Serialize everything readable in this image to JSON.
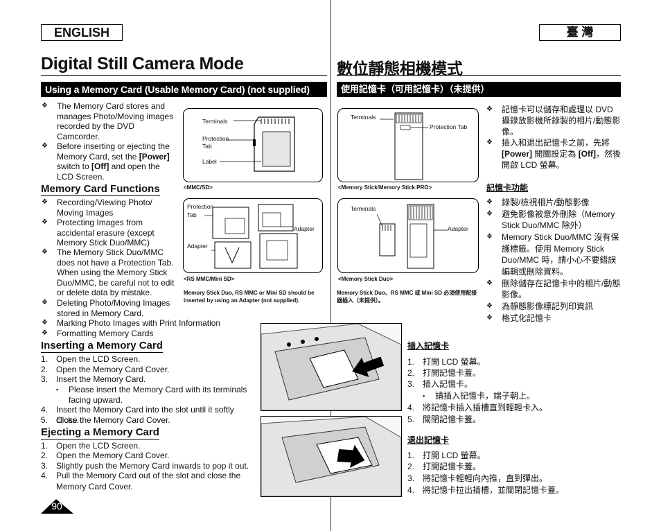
{
  "header": {
    "lang_en": "ENGLISH",
    "lang_zh": "臺 灣"
  },
  "titles": {
    "en": "Digital Still Camera Mode",
    "zh": "數位靜態相機模式"
  },
  "section_bar": {
    "en": "Using a Memory Card (Usable Memory Card) (not supplied)",
    "zh": "使用記憶卡（可用記憶卡）（未提供）"
  },
  "intro_en": [
    {
      "pre": "The Memory Card stores and manages Photo/Moving images recorded by the DVD Camcorder."
    },
    {
      "pre": "Before inserting or ejecting the Memory Card, set the ",
      "b1": "[Power]",
      "mid": " switch to ",
      "b2": "[Off]",
      "post": " and open the LCD Screen."
    }
  ],
  "functions_en": {
    "heading": "Memory Card Functions",
    "items": [
      "Recording/Viewing Photo/ Moving Images",
      "Protecting Images from accidental erasure (except Memory Stick Duo/MMC)",
      "The Memory Stick Duo/MMC does not have a Protection Tab. When using the Memory Stick Duo/MMC, be careful not to edit or delete data by mistake.",
      "Deleting Photo/Moving Images stored in Memory Card.",
      "Marking Photo Images with Print Information",
      "Formatting Memory Cards"
    ]
  },
  "inserting_en": {
    "heading": "Inserting a Memory Card",
    "steps": [
      {
        "n": "1.",
        "t": "Open the LCD Screen."
      },
      {
        "n": "2.",
        "t": "Open the Memory Card Cover."
      },
      {
        "n": "3.",
        "t": "Insert the Memory Card."
      },
      {
        "n": "▪",
        "t": "Please insert the Memory Card with its terminals facing upward."
      },
      {
        "n": "4.",
        "t": "Insert the Memory Card into the slot until it softly clicks."
      },
      {
        "n": "5.",
        "t": "Close the Memory Card Cover."
      }
    ]
  },
  "ejecting_en": {
    "heading": "Ejecting a Memory Card",
    "steps": [
      {
        "n": "1.",
        "t": "Open the LCD Screen."
      },
      {
        "n": "2.",
        "t": "Open the Memory Card Cover."
      },
      {
        "n": "3.",
        "t": "Slightly push the Memory Card inwards to pop it out."
      },
      {
        "n": "4.",
        "t": "Pull the Memory Card out of the slot and close the Memory Card Cover."
      }
    ]
  },
  "page_number": "90",
  "figures_left": {
    "mmc_sd": {
      "terminals": "Terminals",
      "protection": "Protection Tab",
      "label": "Label",
      "caption": "<MMC/SD>"
    },
    "rs_mmc": {
      "protection": "Protection Tab",
      "adapter1": "Adapter",
      "adapter2": "Adapter",
      "caption": "<RS MMC/Mini SD>"
    },
    "note": "Memory Stick Duo, RS MMC or Mini SD should be inserted by using an Adapter (not supplied)."
  },
  "figures_right": {
    "ms": {
      "terminals": "Terminals",
      "protection": "Protection Tab",
      "caption": "<Memory Stick/Memory Stick PRO>"
    },
    "duo": {
      "terminals": "Terminals",
      "adapter": "Adapter",
      "caption": "<Memory Stick Duo>"
    },
    "note": "Memory Stick Duo、RS MMC 或 Mini SD 必須使用配接器插入（未提供）。"
  },
  "intro_zh": [
    {
      "pre": "記憶卡可以儲存和處理以 DVD 攝錄放影機所錄製的相片/動態影像。"
    },
    {
      "pre": "插入和退出記憶卡之前，先將 ",
      "b1": "[Power]",
      "mid": " 開關設定為 ",
      "b2": "[Off]",
      "post": "，然後開啟 LCD 螢幕。"
    }
  ],
  "functions_zh": {
    "heading": "記憶卡功能",
    "items": [
      "錄製/檢視相片/動態影像",
      "避免影像被意外刪除（Memory Stick Duo/MMC 除外）",
      "Memory Stick Duo/MMC 沒有保護標籤。使用 Memory Stick Duo/MMC 時，請小心不要錯誤編輯或刪除資料。",
      "刪除儲存在記憶卡中的相片/動態影像。",
      "為靜態影像標記列印資訊",
      "格式化記憶卡"
    ]
  },
  "inserting_zh": {
    "heading": "插入記憶卡",
    "steps": [
      {
        "n": "1.",
        "t": "打開 LCD 螢幕。"
      },
      {
        "n": "2.",
        "t": "打開記憶卡蓋。"
      },
      {
        "n": "3.",
        "t": "插入記憶卡。"
      },
      {
        "n": "▪",
        "t": "請插入記憶卡，端子朝上。"
      },
      {
        "n": "4.",
        "t": "將記憶卡插入插槽直到輕輕卡入。"
      },
      {
        "n": "5.",
        "t": "關閉記憶卡蓋。"
      }
    ]
  },
  "ejecting_zh": {
    "heading": "退出記憶卡",
    "steps": [
      {
        "n": "1.",
        "t": "打開 LCD 螢幕。"
      },
      {
        "n": "2.",
        "t": "打開記憶卡蓋。"
      },
      {
        "n": "3.",
        "t": "將記憶卡輕輕向內推，直到彈出。"
      },
      {
        "n": "4.",
        "t": "將記憶卡拉出插槽，並關閉記憶卡蓋。"
      }
    ]
  },
  "bullet_marker": "❖"
}
